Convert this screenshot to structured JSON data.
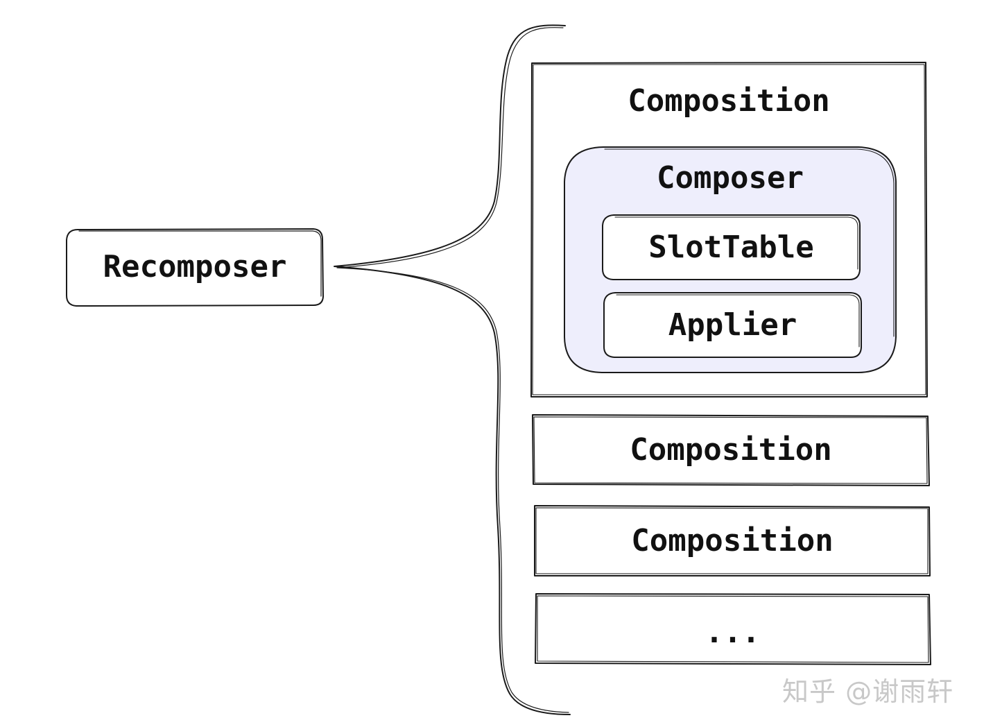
{
  "recomposer": {
    "label": "Recomposer"
  },
  "compositions": [
    {
      "label": "Composition",
      "composer": {
        "label": "Composer",
        "fill": "#eeeefc",
        "items": [
          {
            "label": "SlotTable"
          },
          {
            "label": "Applier"
          }
        ]
      }
    },
    {
      "label": "Composition"
    },
    {
      "label": "Composition"
    },
    {
      "label": "..."
    }
  ],
  "watermark": {
    "text": "知乎 @谢雨轩"
  }
}
